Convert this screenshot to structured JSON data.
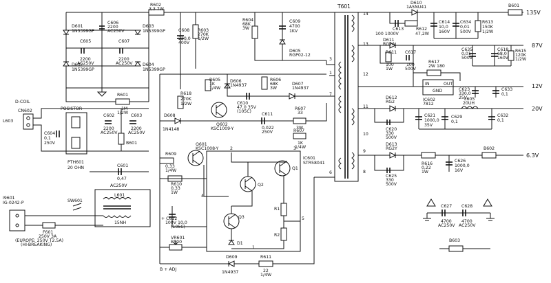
{
  "outputs": {
    "v135": "135V",
    "v87": "87V",
    "v12": "12V",
    "v20": "20V",
    "v63": "6.3V"
  },
  "connectors": {
    "dcoil": "D-COIL",
    "cn602": "CN602",
    "l603": "L603",
    "i9601": "I9601",
    "i9601_part": "IG-0242-P"
  },
  "mains": {
    "sw601": "SW601",
    "f601": "F601",
    "f601_val": "250V 3A",
    "europe": "(EUROPE: 250V T2.5A)",
    "hibreak": "(HI-BREAKING)",
    "l601": "L601",
    "l601_val": "15NH",
    "ac250v": "AC250V"
  },
  "posistor": {
    "title": "POSISTOR",
    "part": "PTH601",
    "val": "20 OHN",
    "b601": "B601"
  },
  "primary": {
    "d601": "D601",
    "d601_val": "1N5399GP",
    "d602": "D602",
    "d602_val": "1N5399GP",
    "d603": "D603",
    "d603_val": "1N5399GP",
    "d604": "D604",
    "d604_val": "1N5399GP",
    "c605": "C605",
    "c605_val": "2200",
    "c605_val2": "AC250V",
    "c606": "C606",
    "c606_val": "2200",
    "c606_val2": "AC250V",
    "c607": "C607",
    "c607_val": "2200",
    "c607_val2": "AC250V",
    "r602": "R602",
    "r602_val": "3,3 7W",
    "c608": "C608",
    "c608_val": "220,0",
    "c608_val2": "400V",
    "r603": "R603",
    "r603_val": "270K",
    "r603_val2": "1/2W",
    "r601": "R601",
    "r601_val": "1M",
    "r601_val2": "1/2W",
    "c602": "C602",
    "c602_val": "2200",
    "c602_val2": "AC250V",
    "c603": "C603",
    "c603_val": "2200",
    "c603_val2": "AC250V",
    "c604": "C604",
    "c604_val": "0,1",
    "c604_val2": "250V",
    "c601": "C601",
    "c601_val": "0,47",
    "r604": "R604",
    "r604_val": "68K",
    "r604_val2": "3W",
    "c609": "C609",
    "c609_val": "4700",
    "c609_val2": "1KV",
    "d605": "D605",
    "d605_val": "RGP02-12"
  },
  "control": {
    "r618": "R618",
    "r618_val": "270K",
    "r618_val2": "1/2W",
    "r605": "R605",
    "r605_val": "1K",
    "r605_val2": "1/4W",
    "d606": "D606",
    "d606_val": "1N4937",
    "c610": "C610",
    "c610_val": "47,0 35V",
    "c610_val2": "(105C)",
    "r606": "R606",
    "r606_val": "68K",
    "r606_val2": "3W",
    "d607": "D607",
    "d607_val": "1N4937",
    "d608": "D608",
    "d608_val": "1N4148",
    "q602": "Q602",
    "q602_val": "KSC1009-Y",
    "c611": "C611",
    "c611_val": "0,022",
    "c611_val2": "250V",
    "r607": "R607",
    "r607_val": "33",
    "r607_val2": "3W",
    "r607b": "R607",
    "r607b_val": "1K",
    "r607b_val2": "1/4W",
    "q601": "Q601",
    "q601_val": "KSC1008-Y",
    "r609": "R609",
    "r609_val": "0,33",
    "r609_val2": "1/4W",
    "r610": "R610",
    "r610_val": "0,33",
    "r610_val2": "1W",
    "c612": "+ C612",
    "c612_val": "100V 10,0",
    "c612_val2": "(105C)",
    "vr601": "VR601",
    "vr601_val": "B500",
    "badj": "B + ADJ",
    "d609": "D609",
    "d609_val": "1N4937",
    "r611": "R611",
    "r611_val": "22",
    "r611_val2": "1/4W"
  },
  "ic": {
    "name": "IC601",
    "part": "STR58041",
    "q1": "Q1",
    "q2": "Q2",
    "q3": "Q3",
    "d1": "D1",
    "r1": "R1",
    "r2": "R2",
    "pins": [
      "1",
      "2",
      "3",
      "4",
      "5"
    ]
  },
  "transformer": {
    "name": "T601",
    "pins": [
      "14",
      "13",
      "12",
      "11",
      "10",
      "9",
      "8",
      "3",
      "1",
      "7",
      "6"
    ]
  },
  "secondary": {
    "d610": "D610",
    "d610_val": "1A5NU41",
    "c613": "C613",
    "c613_val": "100 1000V",
    "r612": "R612",
    "r612_val": "47,2W",
    "c614": "C614",
    "c614_val": "10,0",
    "c614_val2": "160V",
    "c634": "C634",
    "c634_val": "0,01",
    "c634_val2": "500V",
    "r613": "R613",
    "r613_val": "150K",
    "r613_val2": "1/2W",
    "b601": "B601",
    "d611": "D611",
    "d611_val": "RG2A",
    "r611": "R611",
    "r611_val": "100",
    "r611_val2": "1W",
    "c617": "C617",
    "c617_val": "100",
    "c617_val2": "500V",
    "c635": "C635",
    "c635_val": "0,01",
    "c635_val2": "500V",
    "c618": "C618",
    "c618_val": "68,0",
    "c618_val2": "160V",
    "r615": "R615",
    "r615_val": "120K",
    "r615_val2": "1/2W",
    "r617": "R617",
    "r617_val": "2W 180",
    "ic602": "IC602",
    "ic602_val": "7812",
    "ic602_in": "IN",
    "ic602_out": "OUT",
    "ic602_gnd": "GND",
    "c623": "C623",
    "c623_val": "330,0",
    "c623_val2": "25V",
    "c633": "C633",
    "c633_val": "0,1",
    "d612": "D612",
    "d612_val": "RG2",
    "c620": "C620",
    "c620_val": "330",
    "c620_val2": "500V",
    "c621": "C621",
    "c621_val": "1000,0",
    "c621_val2": "35V",
    "c629": "C629",
    "c629_val": "0,1",
    "l605": "L605",
    "l605_val": "20UH",
    "c632": "C632",
    "c632_val": "0,1",
    "d613": "D613",
    "d613_val": "RG2Y",
    "c625": "C625",
    "c625_val": "330",
    "c625_val2": "500V",
    "r616": "R616",
    "r616_val": "0,22",
    "r616_val2": "1W",
    "c626": "C626",
    "c626_val": "1000,0",
    "c626_val2": "16V",
    "b602": "B602",
    "c627": "C627",
    "c627_val": "4700",
    "c627_val2": "AC250V",
    "c628": "C628",
    "c628_val": "4700",
    "c628_val2": "AC250V",
    "b603": "B603"
  }
}
